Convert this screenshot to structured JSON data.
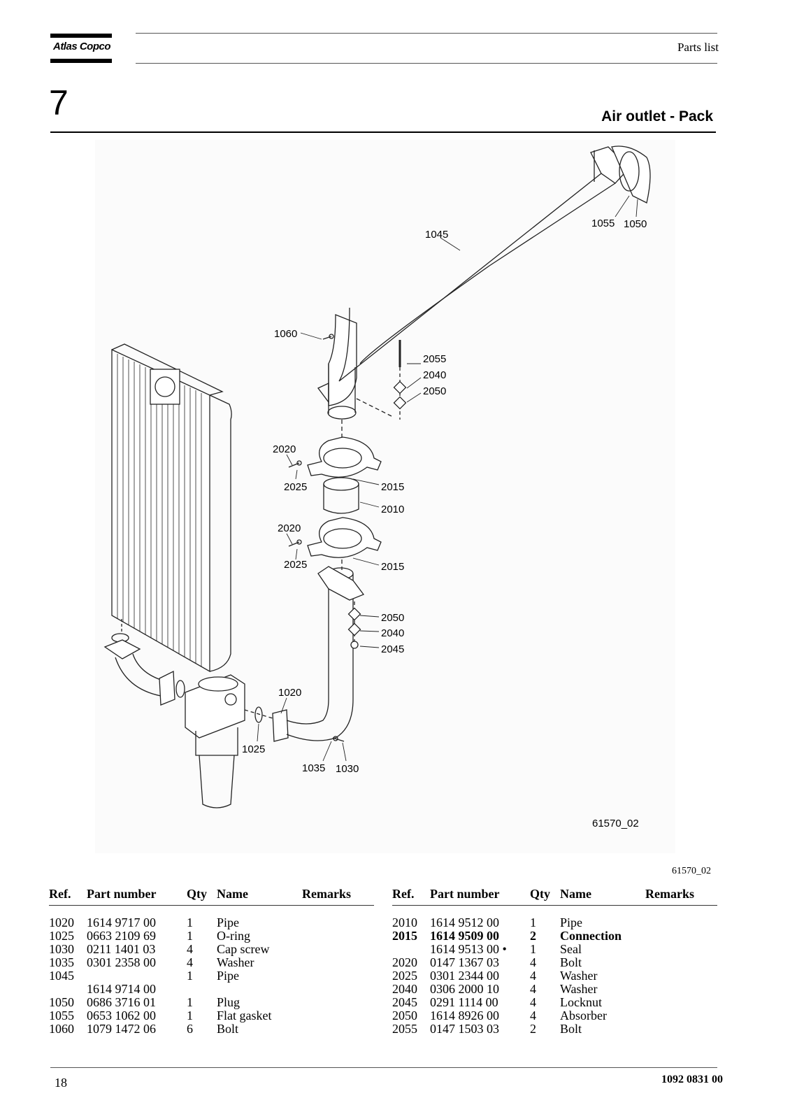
{
  "header": {
    "logo": "Atlas Copco",
    "right_label": "Parts list"
  },
  "section": {
    "number": "7",
    "title": "Air outlet - Pack"
  },
  "figure": {
    "drawing_id": "61570_02",
    "caption_id": "61570_02",
    "callouts": {
      "c1045": "1045",
      "c1055": "1055",
      "c1050": "1050",
      "c1060": "1060",
      "c2055": "2055",
      "c2040a": "2040",
      "c2050a": "2050",
      "c2020a": "2020",
      "c2025a": "2025",
      "c2015a": "2015",
      "c2010": "2010",
      "c2020b": "2020",
      "c2025b": "2025",
      "c2015b": "2015",
      "c2050b": "2050",
      "c2040b": "2040",
      "c2045": "2045",
      "c1020": "1020",
      "c1025": "1025",
      "c1035": "1035",
      "c1030": "1030"
    }
  },
  "table_headers": {
    "ref": "Ref.",
    "part": "Part number",
    "qty": "Qty",
    "name": "Name",
    "remarks": "Remarks"
  },
  "left_table": [
    {
      "ref": "1020",
      "part": "1614 9717 00",
      "qty": "1",
      "name": "Pipe",
      "remarks": ""
    },
    {
      "ref": "1025",
      "part": "0663 2109 69",
      "qty": "1",
      "name": "O-ring",
      "remarks": ""
    },
    {
      "ref": "1030",
      "part": "0211 1401 03",
      "qty": "4",
      "name": "Cap screw",
      "remarks": ""
    },
    {
      "ref": "1035",
      "part": "0301 2358 00",
      "qty": "4",
      "name": "Washer",
      "remarks": ""
    },
    {
      "ref": "1045",
      "part": "",
      "qty": "1",
      "name": "Pipe",
      "remarks": ""
    },
    {
      "ref": "",
      "part": "1614 9714 00",
      "qty": "",
      "name": "",
      "remarks": ""
    },
    {
      "ref": "1050",
      "part": "0686 3716 01",
      "qty": "1",
      "name": "Plug",
      "remarks": ""
    },
    {
      "ref": "1055",
      "part": "0653 1062 00",
      "qty": "1",
      "name": "Flat gasket",
      "remarks": ""
    },
    {
      "ref": "1060",
      "part": "1079 1472 06",
      "qty": "6",
      "name": "Bolt",
      "remarks": ""
    }
  ],
  "right_table": [
    {
      "ref": "2010",
      "part": "1614 9512 00",
      "qty": "1",
      "name": "Pipe",
      "remarks": ""
    },
    {
      "ref": "2015",
      "part": "1614 9509 00",
      "qty": "2",
      "name": "Connection",
      "remarks": "",
      "bold": true
    },
    {
      "ref": "",
      "part": "1614 9513 00 •",
      "qty": "1",
      "name": "Seal",
      "remarks": ""
    },
    {
      "ref": "2020",
      "part": "0147 1367 03",
      "qty": "4",
      "name": "Bolt",
      "remarks": ""
    },
    {
      "ref": "2025",
      "part": "0301 2344 00",
      "qty": "4",
      "name": "Washer",
      "remarks": ""
    },
    {
      "ref": "2040",
      "part": "0306 2000 10",
      "qty": "4",
      "name": "Washer",
      "remarks": ""
    },
    {
      "ref": "2045",
      "part": "0291 1114 00",
      "qty": "4",
      "name": "Locknut",
      "remarks": ""
    },
    {
      "ref": "2050",
      "part": "1614 8926 00",
      "qty": "4",
      "name": "Absorber",
      "remarks": ""
    },
    {
      "ref": "2055",
      "part": "0147 1503 03",
      "qty": "2",
      "name": "Bolt",
      "remarks": ""
    }
  ],
  "footer": {
    "page_number": "18",
    "document_number": "1092 0831 00"
  }
}
